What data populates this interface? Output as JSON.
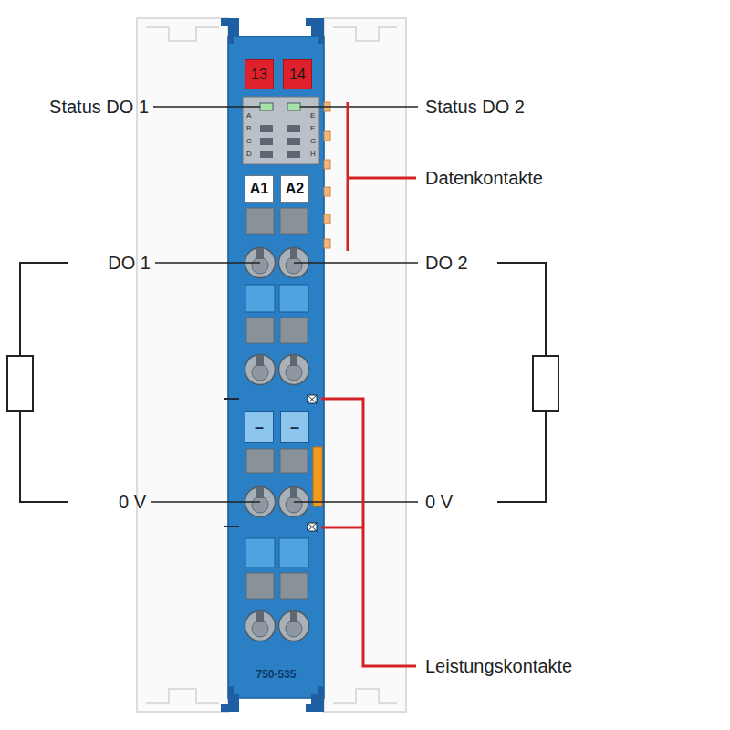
{
  "diagram": {
    "nodes": [
      {
        "text": [
          "750-535"
        ]
      },
      {
        "text": [
          "13"
        ],
        "in": 0
      },
      {
        "text": [
          "14"
        ],
        "in": 0
      },
      {
        "text": [
          "A1"
        ],
        "in": 0
      },
      {
        "text": [
          "A2"
        ],
        "in": 0
      },
      {
        "text": [
          "–"
        ],
        "in": 0
      },
      {
        "text": [
          "–"
        ],
        "in": 0
      }
    ],
    "labels": [
      "Status DO 1",
      "Status DO 2",
      "Datenkontakte",
      "DO 1",
      "DO 2",
      "0 V",
      "0 V",
      "Leistungskontakte",
      "A",
      "B",
      "C",
      "D",
      "E",
      "F",
      "G",
      "H"
    ]
  }
}
